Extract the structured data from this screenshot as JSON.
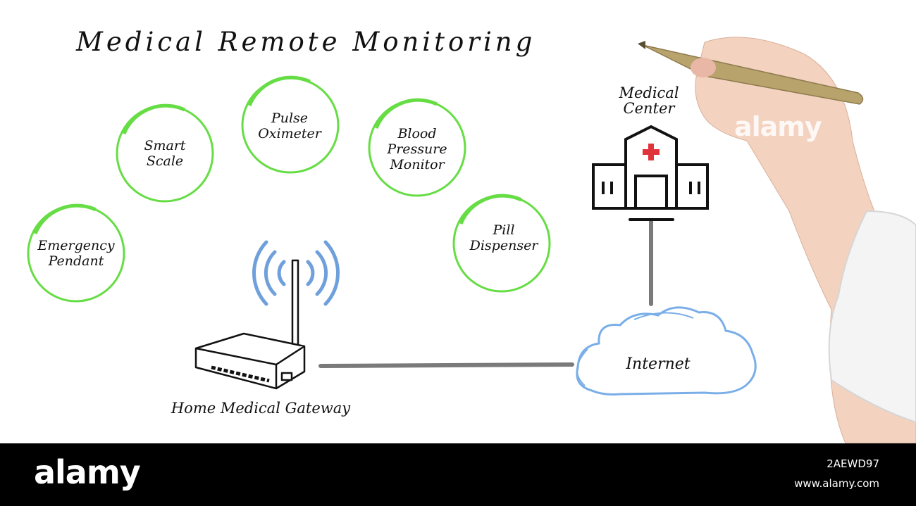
{
  "title": "Medical Remote Monitoring",
  "devices": [
    {
      "id": "smart-scale",
      "lines": [
        "Smart",
        "Scale"
      ]
    },
    {
      "id": "pulse-oximeter",
      "lines": [
        "Pulse",
        "Oximeter"
      ]
    },
    {
      "id": "blood-pressure-monitor",
      "lines": [
        "Blood",
        "Pressure",
        "Monitor"
      ]
    },
    {
      "id": "emergency-pendant",
      "lines": [
        "Emergency",
        "Pendant"
      ]
    },
    {
      "id": "pill-dispenser",
      "lines": [
        "Pill",
        "Dispenser"
      ]
    }
  ],
  "gateway": {
    "label": "Home Medical Gateway"
  },
  "internet": {
    "label": "Internet"
  },
  "medical_center": {
    "lines": [
      "Medical",
      "Center"
    ]
  },
  "colors": {
    "circle": "#66dd44",
    "wifi": "#6fa0dc",
    "cloud": "#7aaee8",
    "link": "#7a7a7a",
    "cross": "#e0343a"
  },
  "watermark": "alamy",
  "footer": {
    "brand": "alamy",
    "image_id": "2AEWD97",
    "site": "www.alamy.com"
  }
}
